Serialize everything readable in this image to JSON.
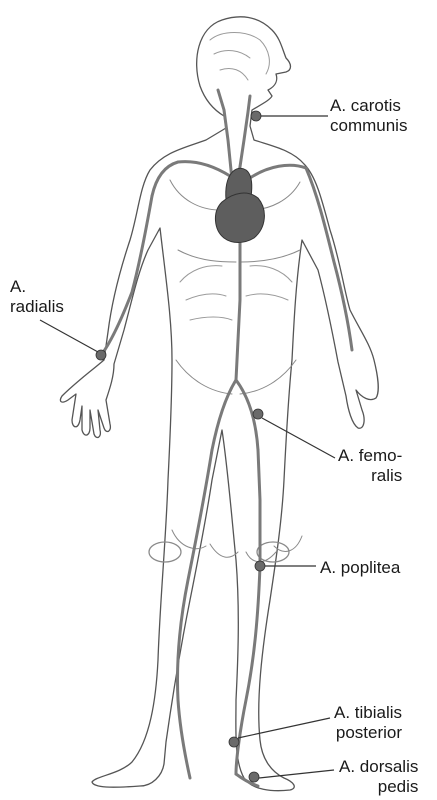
{
  "diagram": {
    "labels": {
      "carotis": {
        "line1": "A. carotis",
        "line2": "communis"
      },
      "radialis": {
        "line1": "A.",
        "line2": "radialis"
      },
      "femoralis": {
        "line1": "A. femo-",
        "line2": "ralis"
      },
      "poplitea": {
        "line1": "A. poplitea"
      },
      "tibialis": {
        "line1": "A. tibialis",
        "line2": "posterior"
      },
      "dorsalis": {
        "line1": "A. dorsalis",
        "line2": "pedis"
      }
    },
    "colors": {
      "outline": "#555555",
      "artery": "#7a7a7a",
      "heart": "#5e5e5e",
      "marker": "#6a6a6a",
      "text": "#1a1a1a"
    }
  }
}
